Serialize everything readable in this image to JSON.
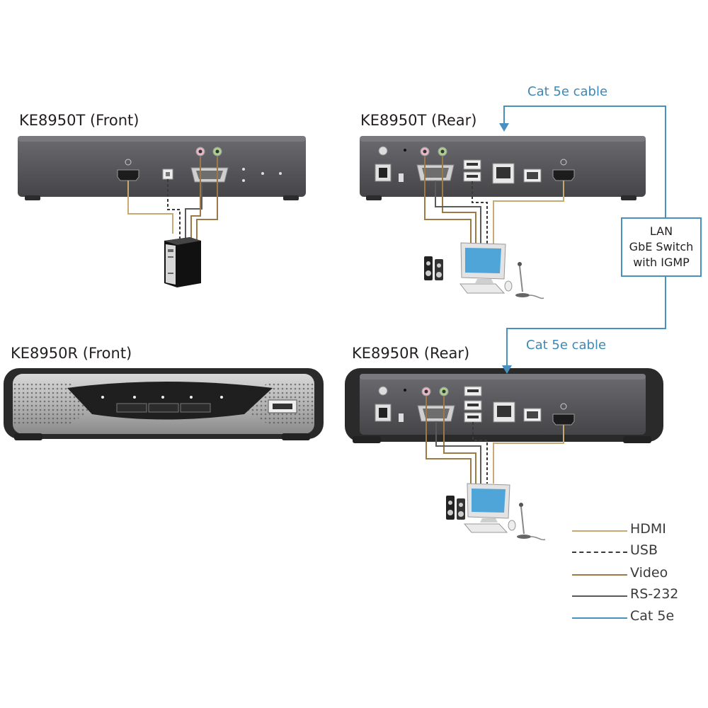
{
  "devices": {
    "transmitter_front": "KE8950T (Front)",
    "transmitter_rear": "KE8950T (Rear)",
    "receiver_front": "KE8950R (Front)",
    "receiver_rear": "KE8950R (Rear)"
  },
  "cables": {
    "top": "Cat 5e cable",
    "bottom": "Cat 5e cable"
  },
  "switch": {
    "line1": "LAN",
    "line2": "GbE Switch",
    "line3": "with IGMP"
  },
  "legend": [
    {
      "label": "HDMI",
      "color": "#c8a974",
      "style": "solid"
    },
    {
      "label": "USB",
      "color": "#3a3a3a",
      "style": "dashed"
    },
    {
      "label": "Video",
      "color": "#9c7a45",
      "style": "solid"
    },
    {
      "label": "RS-232",
      "color": "#5a5a5a",
      "style": "solid"
    },
    {
      "label": "Cat 5e",
      "color": "#4a90bf",
      "style": "solid"
    }
  ],
  "colors": {
    "chassis": "#5a5a5e",
    "cat5e": "#4a90bf"
  }
}
